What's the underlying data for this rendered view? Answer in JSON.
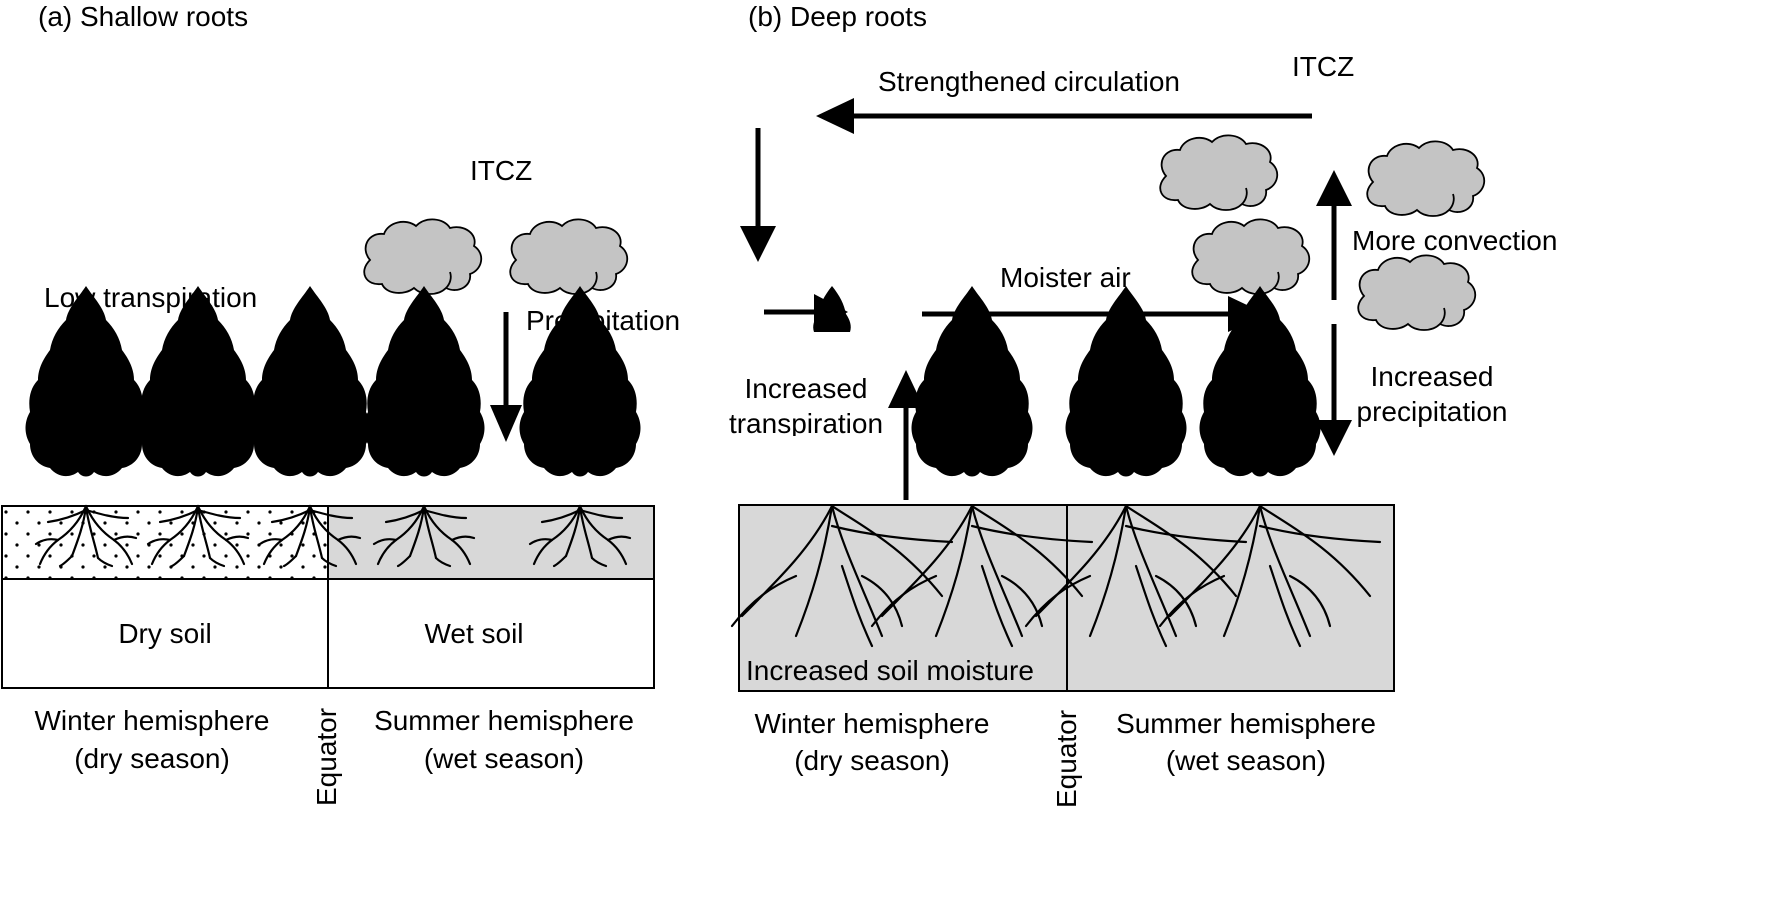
{
  "panel_a": {
    "title": "(a) Shallow roots",
    "itcz": "ITCZ",
    "low_transpiration": "Low transpiration",
    "precipitation": "Precipitation",
    "dry_soil": "Dry soil",
    "wet_soil": "Wet soil",
    "winter_line1": "Winter hemisphere",
    "winter_line2": "(dry season)",
    "summer_line1": "Summer hemisphere",
    "summer_line2": "(wet season)",
    "equator": "Equator"
  },
  "panel_b": {
    "title": "(b) Deep roots",
    "strengthened_circulation": "Strengthened circulation",
    "itcz": "ITCZ",
    "more_convection": "More convection",
    "moister_air": "Moister air",
    "increased_transpiration_line1": "Increased",
    "increased_transpiration_line2": "transpiration",
    "increased_precipitation_line1": "Increased",
    "increased_precipitation_line2": "precipitation",
    "increased_soil_moisture": "Increased soil moisture",
    "winter_line1": "Winter hemisphere",
    "winter_line2": "(dry season)",
    "summer_line1": "Summer hemisphere",
    "summer_line2": "(wet season)",
    "equator": "Equator"
  },
  "colors": {
    "soil_gray": "#d8d8d8",
    "cloud_gray": "#c4c4c4",
    "line": "#000000"
  }
}
